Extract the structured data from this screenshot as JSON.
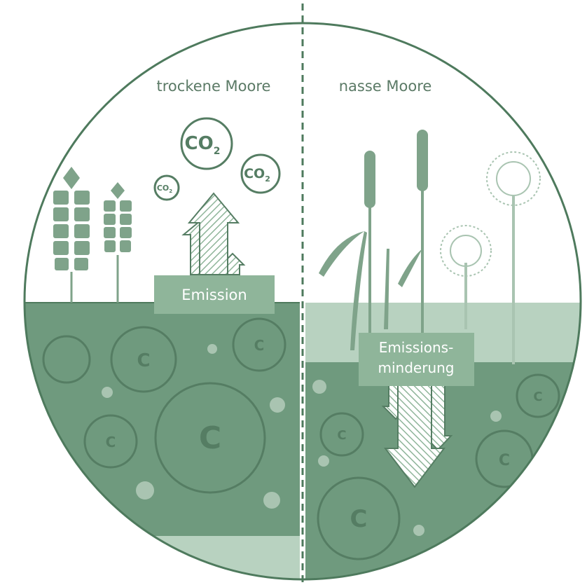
{
  "left_panel": {
    "title": "trockene Moore",
    "badge": "Emission",
    "gas_bubbles": [
      {
        "main": "CO",
        "sub": "2"
      },
      {
        "main": "CO",
        "sub": "2"
      },
      {
        "main": "CO",
        "sub": "2"
      }
    ],
    "carbon_label": "C"
  },
  "right_panel": {
    "title": "nasse Moore",
    "badge_line1": "Emissions-",
    "badge_line2": "minderung",
    "carbon_label": "C"
  },
  "colors": {
    "soil": "#6f9a7e",
    "soil_dark": "#557d63",
    "line": "#4e7a5d",
    "water": "#b8d2c0",
    "plant": "#7fa38a",
    "plant_light": "#a9c4b1",
    "badge": "#8fb59a",
    "text": "#5b7a66"
  }
}
